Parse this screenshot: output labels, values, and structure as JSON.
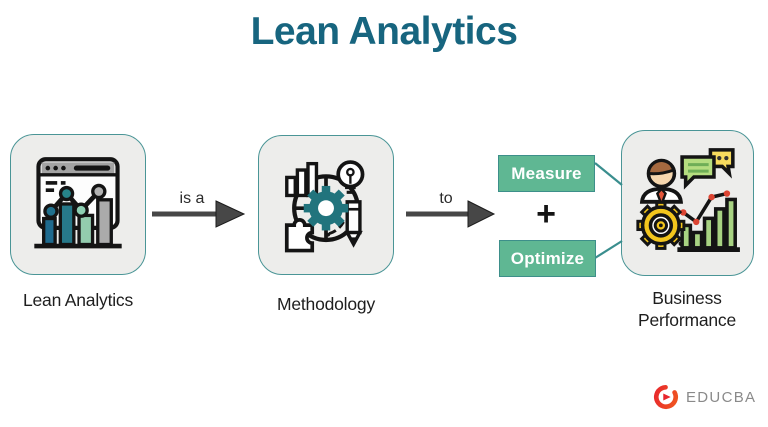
{
  "title": "Lean Analytics",
  "flow": {
    "nodes": [
      {
        "label": "Lean Analytics",
        "icon": "analytics-dashboard-icon"
      },
      {
        "label": "Methodology",
        "icon": "methodology-gear-icon"
      },
      {
        "label": "Business Performance",
        "icon": "business-performance-icon"
      }
    ],
    "connectors": [
      {
        "label": "is a"
      },
      {
        "label": "to"
      }
    ],
    "actions": {
      "measure_label": "Measure",
      "plus_sign": "+",
      "optimize_label": "Optimize"
    }
  },
  "branding": {
    "logo_text": "EDUCBA"
  },
  "colors": {
    "title_text": "#17657F",
    "node_background": "#EDEDEB",
    "node_border": "#4A9596",
    "action_button_fill": "#5FB793",
    "action_button_border": "#3D8F8A",
    "action_button_text": "#FFFFFF",
    "connector_line": "#3A8E8E",
    "arrow_fill": "#474747",
    "label_text": "#1E1E1E",
    "logo_red": "#E8262D",
    "logo_orange": "#F0581F",
    "logo_text_gray": "#8A8A8A"
  }
}
